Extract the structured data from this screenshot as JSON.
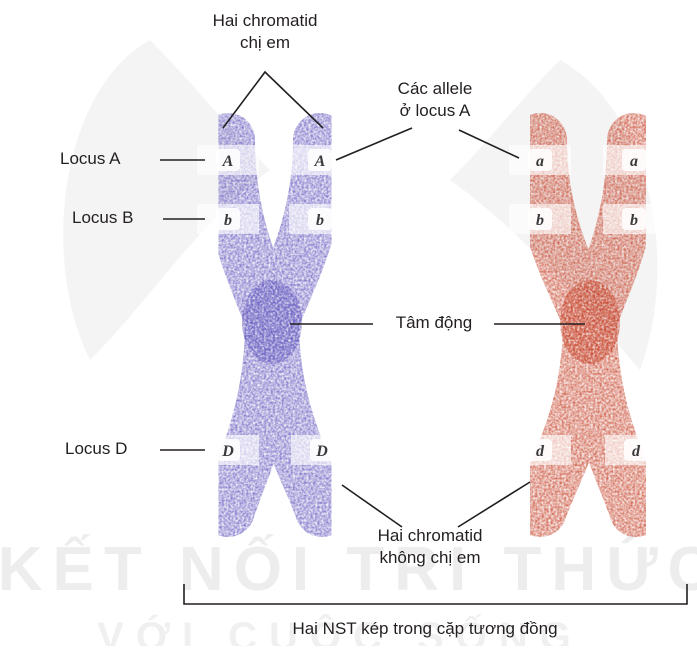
{
  "labels": {
    "sister_chromatids": [
      "Hai chromatid",
      "chị em"
    ],
    "alleles_locus_a": [
      "Các allele",
      "ở locus A"
    ],
    "locus_a": "Locus A",
    "locus_b": "Locus B",
    "locus_d": "Locus D",
    "centromere": "Tâm động",
    "non_sister_chromatids": [
      "Hai chromatid",
      "không chị em"
    ],
    "homologous_pair": "Hai NST kép trong cặp tương đồng"
  },
  "chromosomes": [
    {
      "color": "#6a5fc1",
      "alleles": {
        "A": [
          "A",
          "A"
        ],
        "B": [
          "b",
          "b"
        ],
        "D": [
          "D",
          "D"
        ]
      }
    },
    {
      "color": "#c84a32",
      "alleles": {
        "A": [
          "a",
          "a"
        ],
        "B": [
          "b",
          "b"
        ],
        "D": [
          "d",
          "d"
        ]
      }
    }
  ],
  "watermark": [
    "KẾT NỐI TRI THỨC",
    "VỚI CUỘC SỐNG"
  ],
  "colors": {
    "band": "#ffffff",
    "line": "#231f20",
    "watermark": "#ececec"
  }
}
